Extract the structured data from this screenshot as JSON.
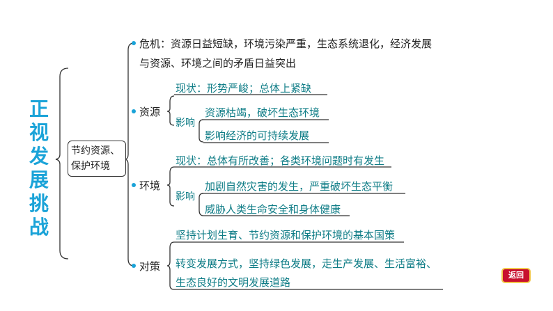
{
  "title_chars": [
    "正",
    "视",
    "发",
    "展",
    "挑",
    "战"
  ],
  "center_box": {
    "line1": "节约资源、",
    "line2": "保护环境"
  },
  "crisis": {
    "line1": "危机：资源日益短缺，环境污染严重，生态系统退化，经济发展",
    "line2": "与资源、环境之间的矛盾日益突出"
  },
  "resources": {
    "label": "资源",
    "status": "现状：形势严峻；总体上紧缺",
    "impact_label": "影响",
    "impacts": [
      "资源枯竭，破坏生态环境",
      "影响经济的可持续发展"
    ]
  },
  "environment": {
    "label": "环境",
    "status": "现状：总体有所改善；各类环境问题时有发生",
    "impact_label": "影响",
    "impacts": [
      "加剧自然灾害的发生，严重破坏生态平衡",
      "威胁人类生命安全和身体健康"
    ]
  },
  "measures": {
    "label": "对策",
    "items": [
      "坚持计划生育、节约资源和保护环境的基本国策"
    ],
    "item2_line1": "转变发展方式，坚持绿色发展，走生产发展、生活富裕、",
    "item2_line2": "生态良好的文明发展道路"
  },
  "back_button": "返回",
  "colors": {
    "title": "#1aa3d8",
    "teal": "#0e7c86",
    "line": "#333333",
    "button": "#c8102e"
  }
}
